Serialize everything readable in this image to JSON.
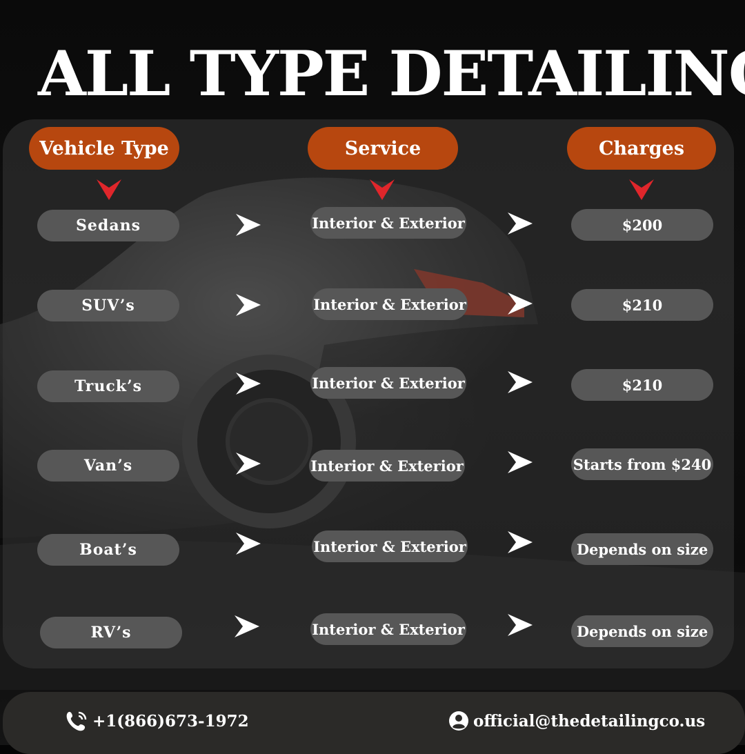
{
  "title": "ALL TYPE DETAILING",
  "headers": {
    "vehicle_type": "Vehicle Type",
    "service": "Service",
    "charges": "Charges"
  },
  "rows": [
    {
      "vehicle": "Sedans",
      "service": "Interior & Exterior",
      "charge": "$200"
    },
    {
      "vehicle": "SUV’s",
      "service": "Interior & Exterior",
      "charge": "$210"
    },
    {
      "vehicle": "Truck’s",
      "service": "Interior & Exterior",
      "charge": "$210"
    },
    {
      "vehicle": "Van’s",
      "service": "Interior & Exterior",
      "charge": "Starts from $240"
    },
    {
      "vehicle": "Boat’s",
      "service": "Interior & Exterior",
      "charge": "Depends on size"
    },
    {
      "vehicle": "RV’s",
      "service": "Interior & Exterior",
      "charge": "Depends on size"
    }
  ],
  "footer": {
    "phone": "+1(866)673-1972",
    "email": "official@thedetailingco.us"
  },
  "colors": {
    "accent": "#b7470f",
    "pill": "#575757",
    "marker": "#e0262b"
  },
  "icons": {
    "phone": "phone-icon",
    "email": "user-circle-icon",
    "down": "chevron-down-icon",
    "arrow": "chevron-right-icon"
  }
}
